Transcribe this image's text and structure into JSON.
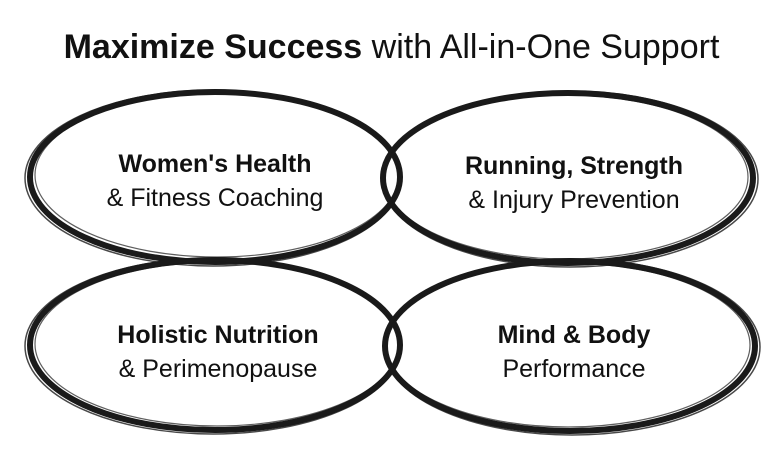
{
  "title": {
    "bold_part": "Maximize Success",
    "regular_part": " with All-in-One Support"
  },
  "rings": [
    {
      "title": "Women's Health",
      "subtitle": "& Fitness Coaching"
    },
    {
      "title": "Running, Strength",
      "subtitle": "& Injury Prevention"
    },
    {
      "title": "Holistic Nutrition",
      "subtitle": "& Perimenopause"
    },
    {
      "title": "Mind & Body",
      "subtitle": "Performance"
    }
  ],
  "colors": {
    "ring_stroke": "#1a1a1a",
    "text": "#111111",
    "background": "#ffffff"
  }
}
